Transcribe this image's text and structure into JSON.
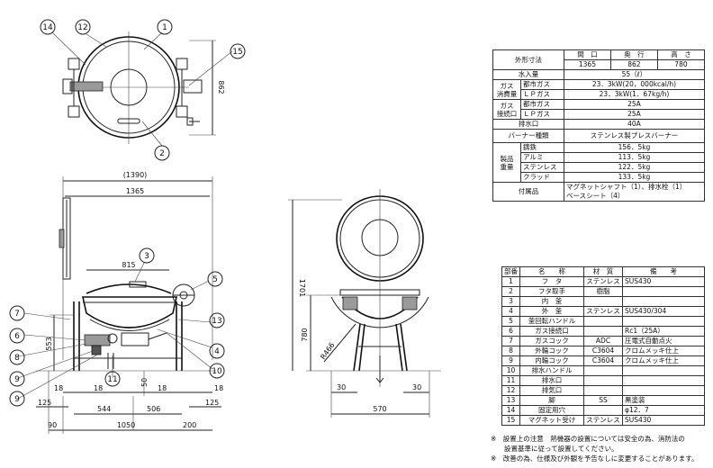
{
  "balloons": [
    "1",
    "2",
    "3",
    "4",
    "5",
    "6",
    "7",
    "8",
    "9",
    "10",
    "11",
    "12",
    "13",
    "14",
    "15"
  ],
  "top_view": {
    "depth_dim": "862"
  },
  "front_view": {
    "overall_width_dim": "(1390)",
    "width_dim": "1365",
    "lid_width_dim": "815",
    "height_dim": "553",
    "bottom_dims": [
      "18",
      "18",
      "18",
      "18",
      "50"
    ],
    "leg_dims": [
      "544",
      "506"
    ],
    "overall_bottom_dim": "1050",
    "left_offsets": [
      "125",
      "90"
    ],
    "right_offsets": [
      "125",
      "200"
    ]
  },
  "side_view": {
    "total_height_dim": "1701",
    "lower_height_dim": "780",
    "radius_dim": "R466",
    "foot_dims": [
      "30",
      "30"
    ],
    "base_width_dim": "570"
  },
  "spec_table": {
    "header": {
      "label": "外形寸法",
      "cols": [
        "間　口",
        "奥　行",
        "高　さ"
      ],
      "vals": [
        "1365",
        "862",
        "780"
      ]
    },
    "water": {
      "label": "水入量",
      "value": "55（ℓ）"
    },
    "gas_consumption": {
      "group": [
        "ガス",
        "消費量"
      ],
      "rows": [
        {
          "sub": "都市ガス",
          "value": "23．3kW(20，000kcal/h)"
        },
        {
          "sub": "ＬＰガス",
          "value": "23．3kW(1．67kg/h)"
        }
      ]
    },
    "gas_connection": {
      "group": [
        "ガス",
        "接続口"
      ],
      "rows": [
        {
          "sub": "都市ガス",
          "value": "25A"
        },
        {
          "sub": "ＬＰガス",
          "value": "25A"
        }
      ]
    },
    "drain": {
      "label": "排水口",
      "value": "40A"
    },
    "burner": {
      "label": "バーナー種類",
      "value": "ステンレス製プレスバーナー"
    },
    "weight": {
      "group": [
        "製品",
        "重量"
      ],
      "rows": [
        {
          "sub": "鋳鉄",
          "value": "156．5kg"
        },
        {
          "sub": "アルミ",
          "value": "113．5kg"
        },
        {
          "sub": "ステンレス",
          "value": "122．5kg"
        },
        {
          "sub": "クラッド",
          "value": "133．5kg"
        }
      ]
    },
    "accessories": {
      "label": "付属品",
      "lines": [
        "マグネットシャフト（1）、排水栓（1）",
        "ベースシート（4）"
      ]
    }
  },
  "parts_table": {
    "headers": [
      "部番",
      "名　　称",
      "材　質",
      "備　　考"
    ],
    "rows": [
      [
        "1",
        "フ　タ",
        "ステンレス",
        "SUS430"
      ],
      [
        "2",
        "フタ取手",
        "樹脂",
        ""
      ],
      [
        "3",
        "内　釜",
        "",
        ""
      ],
      [
        "4",
        "外　釜",
        "ステンレス",
        "SUS430/304"
      ],
      [
        "5",
        "釜回転ハンドル",
        "",
        ""
      ],
      [
        "6",
        "ガス接続口",
        "",
        "Rc1（25A）"
      ],
      [
        "7",
        "ガスコック",
        "ADC",
        "圧電式自動点火"
      ],
      [
        "8",
        "外輪コック",
        "C3604",
        "クロムメッキ仕上"
      ],
      [
        "9",
        "内輪コック",
        "C3604",
        "クロムメッキ仕上"
      ],
      [
        "10",
        "排水ハンドル",
        "",
        ""
      ],
      [
        "11",
        "排水口",
        "",
        ""
      ],
      [
        "12",
        "排気口",
        "",
        ""
      ],
      [
        "13",
        "脚",
        "SS",
        "黒塗装"
      ],
      [
        "14",
        "固定用穴",
        "",
        "φ12．7"
      ],
      [
        "15",
        "マグネット受け",
        "ステンレス",
        "SUS430"
      ]
    ]
  },
  "notes": [
    "※　設置上の注意　熱機器の設置については安全の為、消防法の",
    "　　設置基準に従って設置してください。",
    "※　改善の為、仕様及び外観を予告なしに変更することがあります。"
  ]
}
